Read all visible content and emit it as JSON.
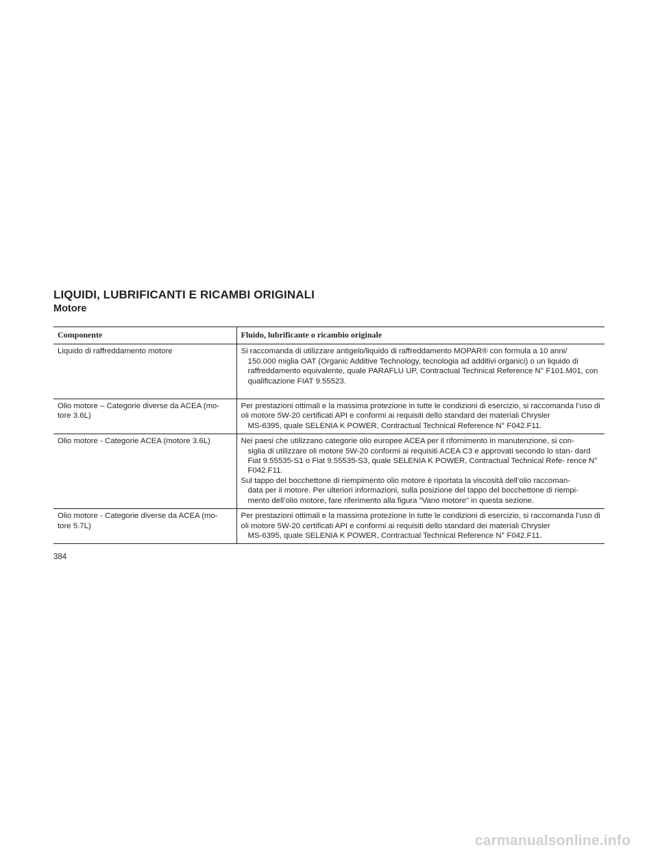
{
  "section_title": "LIQUIDI, LUBRIFICANTI E RICAMBI ORIGINALI",
  "subsection_title": "Motore",
  "table": {
    "headers": [
      "Componente",
      "Fluido, lubrificante o ricambio originale"
    ],
    "rows": [
      {
        "component": "Liquido di raffreddamento motore",
        "desc": [
          {
            "first": "Si raccomanda di utilizzare antigelo/liquido di raffreddamento MOPAR® con formula a 10 anni/",
            "rest": "150.000 miglia OAT (Organic Additive Technology, tecnologia ad additivi organici) o un liquido di raffreddamento equivalente, quale PARAFLU UP, Contractual Technical Reference N° F101.M01, con qualificazione FIAT 9.55523."
          }
        ]
      },
      {
        "component": "Olio motore – Categorie diverse da ACEA (mo- tore 3.6L)",
        "desc": [
          {
            "first": "Per prestazioni ottimali e la massima protezione in tutte le condizioni di esercizio, si raccomanda l’uso di oli motore 5W-20 certificati API e conformi ai requisiti dello standard dei materiali Chrysler",
            "rest": "MS-6395, quale SELENIA K POWER, Contractual Technical Reference N° F042.F11."
          }
        ]
      },
      {
        "component": "Olio motore - Categorie ACEA (motore 3.6L)",
        "desc": [
          {
            "first": "Nei paesi che utilizzano categorie olio europee ACEA per il rifornimento in manutenzione, si con-",
            "rest": "siglia di utilizzare oli motore 5W-20 conformi ai requisiti ACEA C3 e approvati secondo lo stan- dard Fiat 9.55535-S1 o Fiat 9.55535-S3, quale SELENIA K POWER, Contractual Technical Refe- rence N° F042.F11."
          },
          {
            "first": "Sul tappo del bocchettone di riempimento olio motore è riportata la viscosità dell’olio raccoman-",
            "rest": "data per il motore. Per ulteriori informazioni, sulla posizione del tappo del bocchettone di riempi- mento dell’olio motore, fare riferimento alla figura \"Vano motore\" in questa sezione."
          }
        ]
      },
      {
        "component": "Olio motore - Categorie diverse da ACEA (mo- tore 5.7L)",
        "desc": [
          {
            "first": "Per prestazioni ottimali e la massima protezione in tutte le condizioni di esercizio, si raccomanda l’uso di oli motore 5W-20 certificati API e conformi ai requisiti dello standard dei materiali Chrysler",
            "rest": "MS-6395, quale SELENIA K POWER, Contractual Technical Reference N° F042.F11."
          }
        ]
      }
    ]
  },
  "page_number": "384",
  "watermark": "carmanualsonline.info"
}
